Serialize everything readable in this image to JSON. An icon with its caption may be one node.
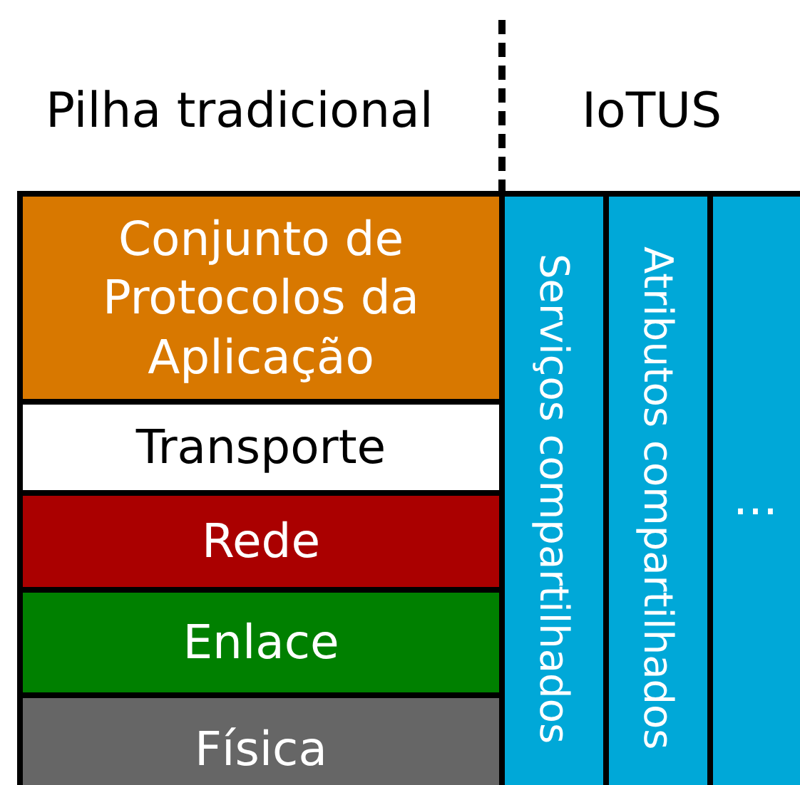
{
  "diagram": {
    "nodes": [
      {
        "text": [
          "Conjunto de Protocolos da Aplicação"
        ]
      },
      {
        "text": [
          "Transporte"
        ]
      },
      {
        "text": [
          "Rede"
        ]
      },
      {
        "text": [
          "Enlace"
        ]
      },
      {
        "text": [
          "Física"
        ]
      },
      {
        "text": [
          "Serviços compartilhados"
        ]
      },
      {
        "text": [
          "Atributos compartilhados"
        ]
      },
      {
        "text": [
          "..."
        ]
      }
    ],
    "labels": [
      "Pilha tradicional",
      "IoTUS"
    ]
  }
}
